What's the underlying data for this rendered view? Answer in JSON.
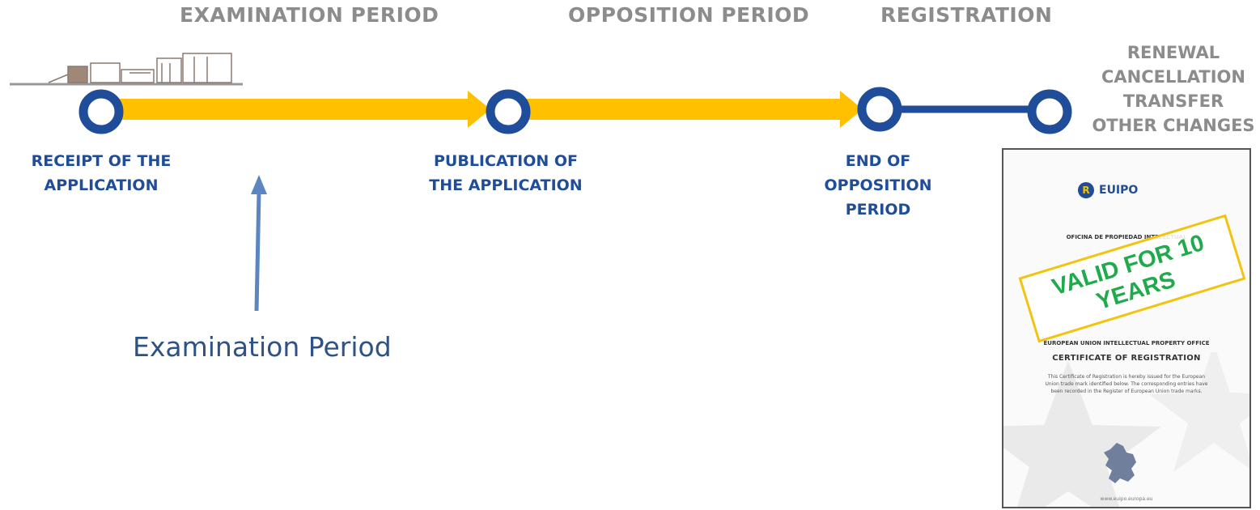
{
  "phases": {
    "examination": "EXAMINATION PERIOD",
    "opposition": "OPPOSITION PERIOD",
    "registration": "REGISTRATION"
  },
  "post_registration": [
    "RENEWAL",
    "CANCELLATION",
    "TRANSFER",
    "OTHER CHANGES"
  ],
  "milestones": {
    "receipt": [
      "RECEIPT OF THE",
      "APPLICATION"
    ],
    "publication": [
      "PUBLICATION OF",
      "THE APPLICATION"
    ],
    "end_opposition": [
      "END OF",
      "OPPOSITION",
      "PERIOD"
    ]
  },
  "annotation": {
    "caption": "Examination Period"
  },
  "certificate": {
    "logo_text": "EUIPO",
    "office_line": "OFICINA DE PROPIEDAD INTELECTUAL",
    "eu_office_line": "EUROPEAN UNION INTELLECTUAL PROPERTY OFFICE",
    "title": "CERTIFICATE OF REGISTRATION",
    "body": "This Certificate of Registration is hereby issued for the European Union trade mark identified below. The corresponding entries have been recorded in the Register of European Union trade marks.",
    "url": "www.euipo.europa.eu",
    "stamp": [
      "VALID FOR 10",
      "YEARS"
    ]
  },
  "colors": {
    "yellow_arrow": "#ffc000",
    "navy": "#1f4d9a",
    "gray_text": "#8c8c8c",
    "annotation_blue": "#2e5286",
    "stamp_green": "#1faa4b"
  },
  "icons": {
    "building": "building-sketch-icon",
    "eu_map": "eu-map-icon"
  }
}
